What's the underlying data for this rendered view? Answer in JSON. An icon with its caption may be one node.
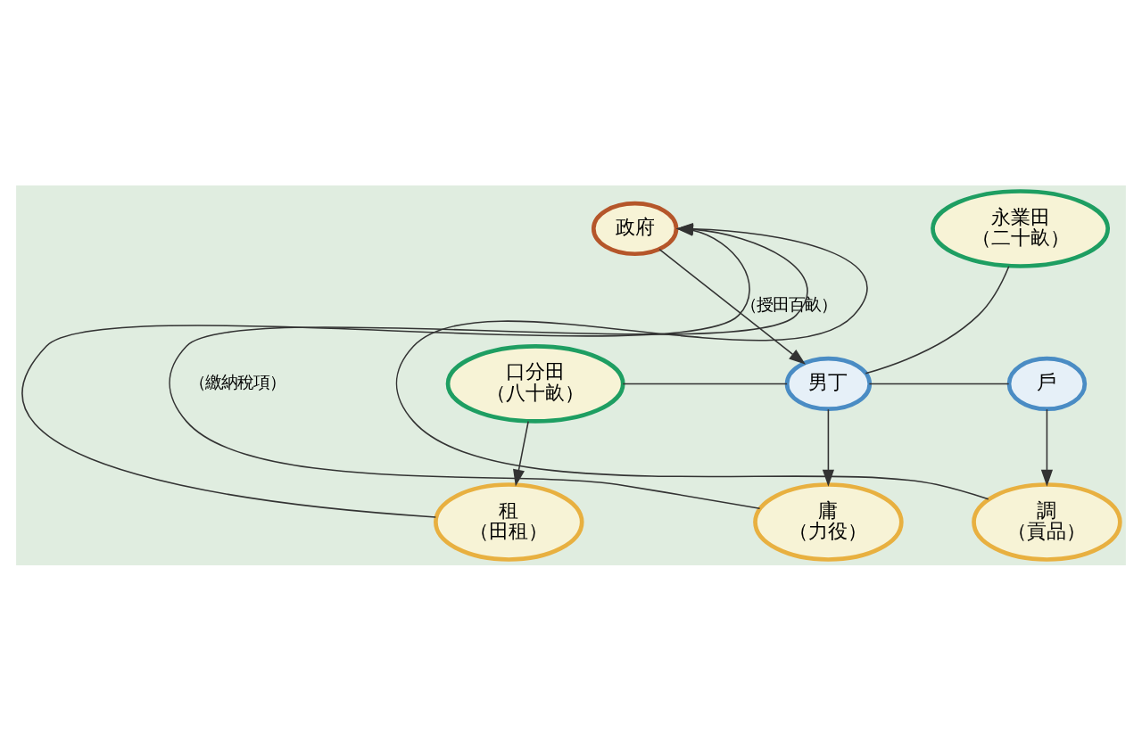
{
  "diagram": {
    "nodes": [
      {
        "text": [
          "政府"
        ]
      },
      {
        "text": [
          "永業田",
          "（二十畝）"
        ]
      },
      {
        "text": [
          "男丁"
        ]
      },
      {
        "text": [
          "戶"
        ]
      },
      {
        "text": [
          "口分田",
          "（八十畝）"
        ]
      },
      {
        "text": [
          "租",
          "（田租）"
        ]
      },
      {
        "text": [
          "庸",
          "（力役）"
        ]
      },
      {
        "text": [
          "調",
          "（貢品）"
        ]
      }
    ],
    "edges": [
      {
        "from": 0,
        "to": 2,
        "arrow": "to",
        "label": "（授田百畝）"
      },
      {
        "from": 1,
        "to": 2,
        "arrow": "none"
      },
      {
        "from": 4,
        "to": 2,
        "arrow": "none"
      },
      {
        "from": 2,
        "to": 3,
        "arrow": "none"
      },
      {
        "from": 4,
        "to": 5,
        "arrow": "to"
      },
      {
        "from": 2,
        "to": 6,
        "arrow": "to"
      },
      {
        "from": 3,
        "to": 7,
        "arrow": "to"
      },
      {
        "from": 5,
        "to": 0,
        "arrow": "to"
      },
      {
        "from": 6,
        "to": 0,
        "arrow": "to",
        "label": "（繳納稅項）"
      },
      {
        "from": 7,
        "to": 0,
        "arrow": "to"
      }
    ]
  }
}
